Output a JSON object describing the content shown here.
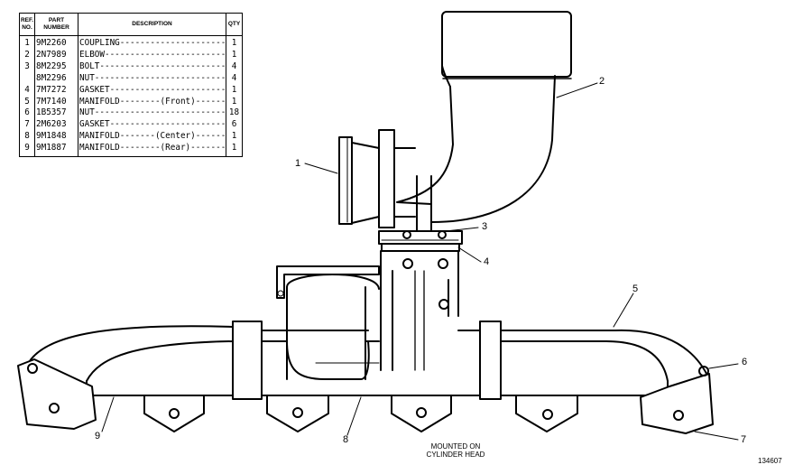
{
  "parts_table": {
    "headers": {
      "ref": "REF. NO.",
      "part_number": "PART NUMBER",
      "description": "DESCRIPTION",
      "qty": "QTY"
    },
    "rows": [
      {
        "ref": "1",
        "part_number": "9M2260",
        "description": "COUPLING---------------------------",
        "qty": "1"
      },
      {
        "ref": "2",
        "part_number": "2N7989",
        "description": "ELBOW------------------------------",
        "qty": "1"
      },
      {
        "ref": "3",
        "part_number": "8M2295",
        "description": "BOLT-------------------------------",
        "qty": "4"
      },
      {
        "ref": "",
        "part_number": "8M2296",
        "description": "NUT--------------------------------",
        "qty": "4"
      },
      {
        "ref": "4",
        "part_number": "7M7272",
        "description": "GASKET-----------------------------",
        "qty": "1"
      },
      {
        "ref": "5",
        "part_number": "7M7140",
        "description": "MANIFOLD--------(Front)------------",
        "qty": "1"
      },
      {
        "ref": "6",
        "part_number": "1B5357",
        "description": "NUT--------------------------------",
        "qty": "18"
      },
      {
        "ref": "7",
        "part_number": "2M6203",
        "description": "GASKET-----------------------------",
        "qty": "6"
      },
      {
        "ref": "8",
        "part_number": "9M1848",
        "description": "MANIFOLD-------(Center)------------",
        "qty": "1"
      },
      {
        "ref": "9",
        "part_number": "9M1887",
        "description": "MANIFOLD--------(Rear)-------------",
        "qty": "1"
      }
    ]
  },
  "callouts": {
    "c1": "1",
    "c2": "2",
    "c3": "3",
    "c4": "4",
    "c5": "5",
    "c6": "6",
    "c7": "7",
    "c8": "8",
    "c9": "9"
  },
  "caption": {
    "line1": "MOUNTED ON",
    "line2": "CYLINDER HEAD"
  },
  "figure_number": "134607"
}
